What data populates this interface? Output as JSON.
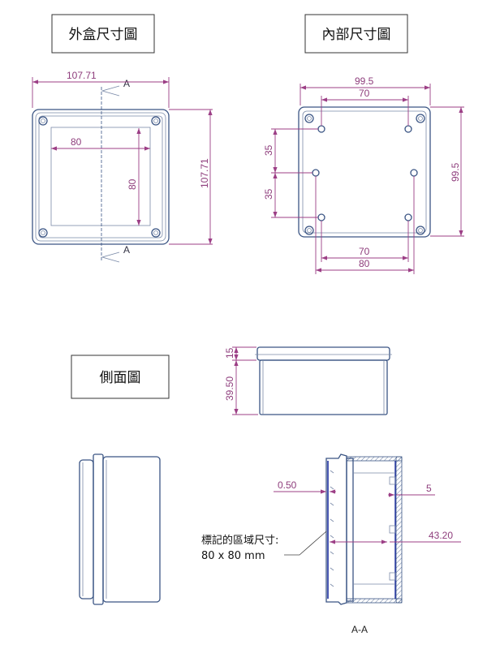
{
  "titles": {
    "outer": "外盒尺寸圖",
    "inner": "內部尺寸圖",
    "side": "側面圖"
  },
  "outer_view": {
    "width": "107.71",
    "height": "107.71",
    "window_w": "80",
    "window_h": "80",
    "section_mark": "A"
  },
  "inner_view": {
    "width": "99.5",
    "height": "99.5",
    "top_pitch": "70",
    "bottom_pitch_inner": "70",
    "bottom_pitch_outer": "80",
    "left_pitch_1": "35",
    "left_pitch_2": "35"
  },
  "side_view": {
    "lid_height": "15",
    "body_height": "39.50"
  },
  "section_view": {
    "wall": "0.50",
    "rib": "5",
    "depth": "43.20",
    "label": "A-A"
  },
  "note": {
    "line1": "標記的區域尺寸:",
    "line2": "80 x 80 mm"
  },
  "colors": {
    "dimension": "#9c3f86",
    "outline": "#3b5584"
  }
}
